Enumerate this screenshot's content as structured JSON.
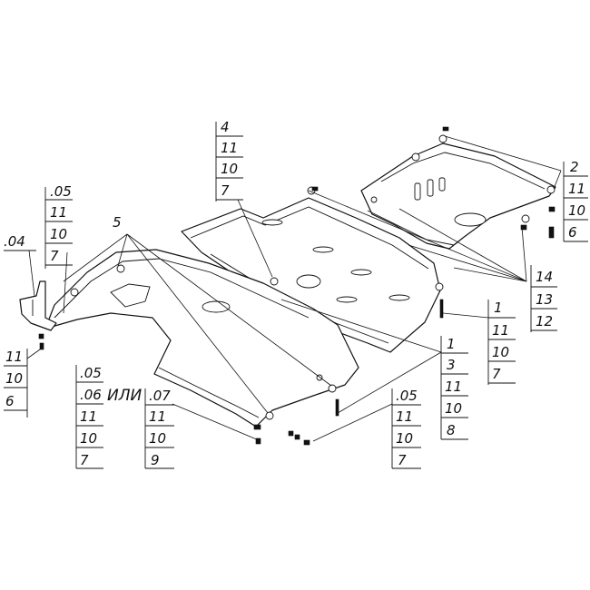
{
  "diagram": {
    "callout_stacks": {
      "part_04": {
        "labels": [
          ".04"
        ]
      },
      "part_05_left": {
        "labels": [
          ".05",
          "11",
          "10",
          "7"
        ]
      },
      "part_4": {
        "labels": [
          "4",
          "11",
          "10",
          "7"
        ]
      },
      "part_5": {
        "labels": [
          "5"
        ]
      },
      "part_2": {
        "labels": [
          "2",
          "11",
          "10",
          "6"
        ]
      },
      "part_14": {
        "labels": [
          "14",
          "13",
          "12"
        ]
      },
      "part_1_upper": {
        "labels": [
          "1",
          "11",
          "10",
          "7"
        ]
      },
      "part_1_lower": {
        "labels": [
          "1",
          "3",
          "11",
          "10",
          "8"
        ]
      },
      "part_11_left": {
        "labels": [
          "11",
          "10",
          "6"
        ]
      },
      "part_05_06": {
        "labels": [
          ".05",
          ".06",
          "11",
          "10",
          "7"
        ],
        "alternative": "ИЛИ"
      },
      "part_07": {
        "labels": [
          ".07",
          "11",
          "10",
          "9"
        ]
      },
      "part_05_right": {
        "labels": [
          ".05",
          "11",
          "10",
          "7"
        ]
      }
    }
  }
}
